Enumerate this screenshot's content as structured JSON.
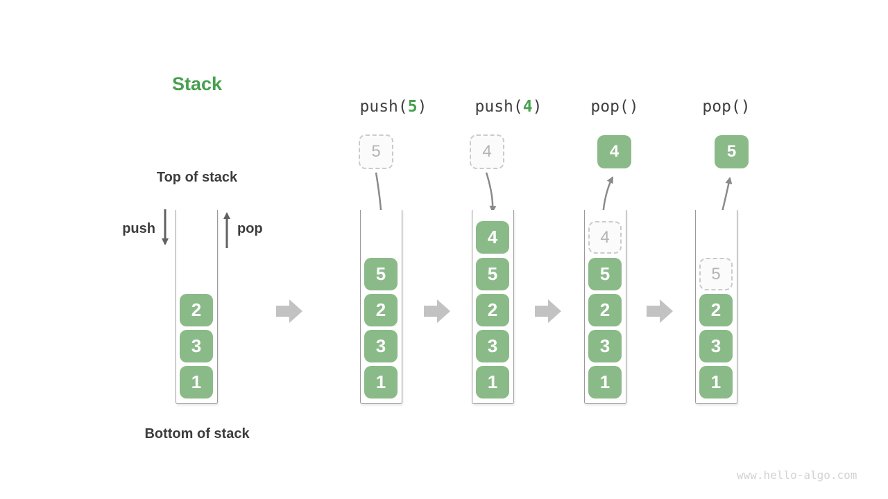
{
  "title": "Stack",
  "labels": {
    "top_of_stack": "Top of stack",
    "bottom_of_stack": "Bottom of stack",
    "push": "push",
    "pop": "pop"
  },
  "operations": [
    {
      "pre": "push(",
      "arg": "5",
      "post": ")"
    },
    {
      "pre": "push(",
      "arg": "4",
      "post": ")"
    },
    {
      "pre": "pop(",
      "arg": "",
      "post": ")"
    },
    {
      "pre": "pop(",
      "arg": "",
      "post": ")"
    }
  ],
  "columns": [
    {
      "stack": [
        "2",
        "3",
        "1"
      ]
    },
    {
      "incoming": "5",
      "stack": [
        "5",
        "2",
        "3",
        "1"
      ]
    },
    {
      "incoming": "4",
      "stack": [
        "4",
        "5",
        "2",
        "3",
        "1"
      ]
    },
    {
      "outgoing": "4",
      "ghost": "4",
      "stack": [
        "5",
        "2",
        "3",
        "1"
      ]
    },
    {
      "outgoing": "5",
      "ghost": "5",
      "stack": [
        "2",
        "3",
        "1"
      ]
    }
  ],
  "watermark": "www.hello-algo.com",
  "colors": {
    "element_green": "#8aba88",
    "accent_green": "#48a04e",
    "text_dark": "#3c3c3c",
    "arrow_dark": "#616161",
    "arrow_gray": "#8a8a8a",
    "block_arrow_gray": "#c2c2c2",
    "ghost_gray": "#b4b4b4"
  }
}
